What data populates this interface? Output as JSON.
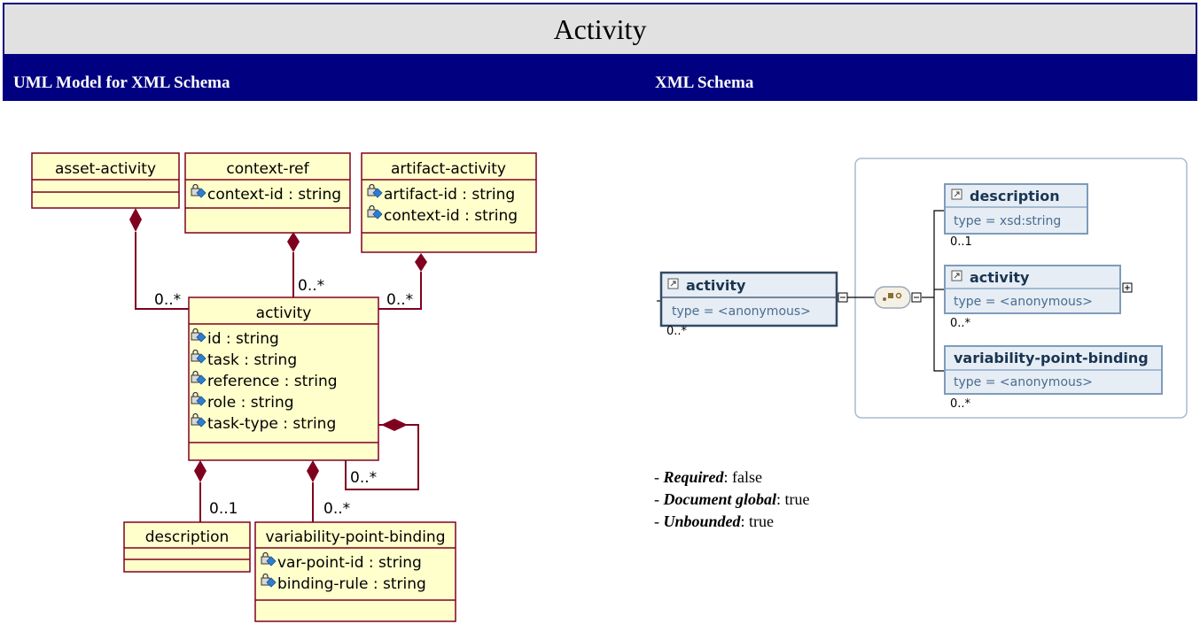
{
  "page": {
    "title": "Activity",
    "left_header": "UML Model for XML Schema",
    "right_header": "XML Schema"
  },
  "uml": {
    "asset_activity": {
      "name": "asset-activity"
    },
    "context_ref": {
      "name": "context-ref",
      "attrs": [
        "context-id : string"
      ]
    },
    "artifact_activity": {
      "name": "artifact-activity",
      "attrs": [
        "artifact-id : string",
        "context-id : string"
      ]
    },
    "activity": {
      "name": "activity",
      "attrs": [
        "id : string",
        "task : string",
        "reference : string",
        "role : string",
        "task-type : string"
      ]
    },
    "description": {
      "name": "description"
    },
    "vpb": {
      "name": "variability-point-binding",
      "attrs": [
        "var-point-id : string",
        "binding-rule : string"
      ]
    },
    "mult": {
      "asset": "0..*",
      "context": "0..*",
      "artifact": "0..*",
      "self": "0..*",
      "description": "0..1",
      "vpb": "0..*"
    }
  },
  "xsd": {
    "root": {
      "name": "activity",
      "type": "type = <anonymous>",
      "mult": "0..*"
    },
    "description": {
      "name": "description",
      "type": "type = xsd:string",
      "mult": "0..1"
    },
    "activity": {
      "name": "activity",
      "type": "type = <anonymous>",
      "mult": "0..*"
    },
    "vpb": {
      "name": "variability-point-binding",
      "type": "type = <anonymous>",
      "mult": "0..*"
    }
  },
  "properties": [
    {
      "label": "Required",
      "value": ": false"
    },
    {
      "label": "Document global",
      "value": ": true"
    },
    {
      "label": "Unbounded",
      "value": ": true"
    }
  ],
  "colors": {
    "uml_fill": "#ffffcc",
    "uml_border": "#800020",
    "xsd_border": "#7e9cba",
    "header_bg": "#000080"
  }
}
